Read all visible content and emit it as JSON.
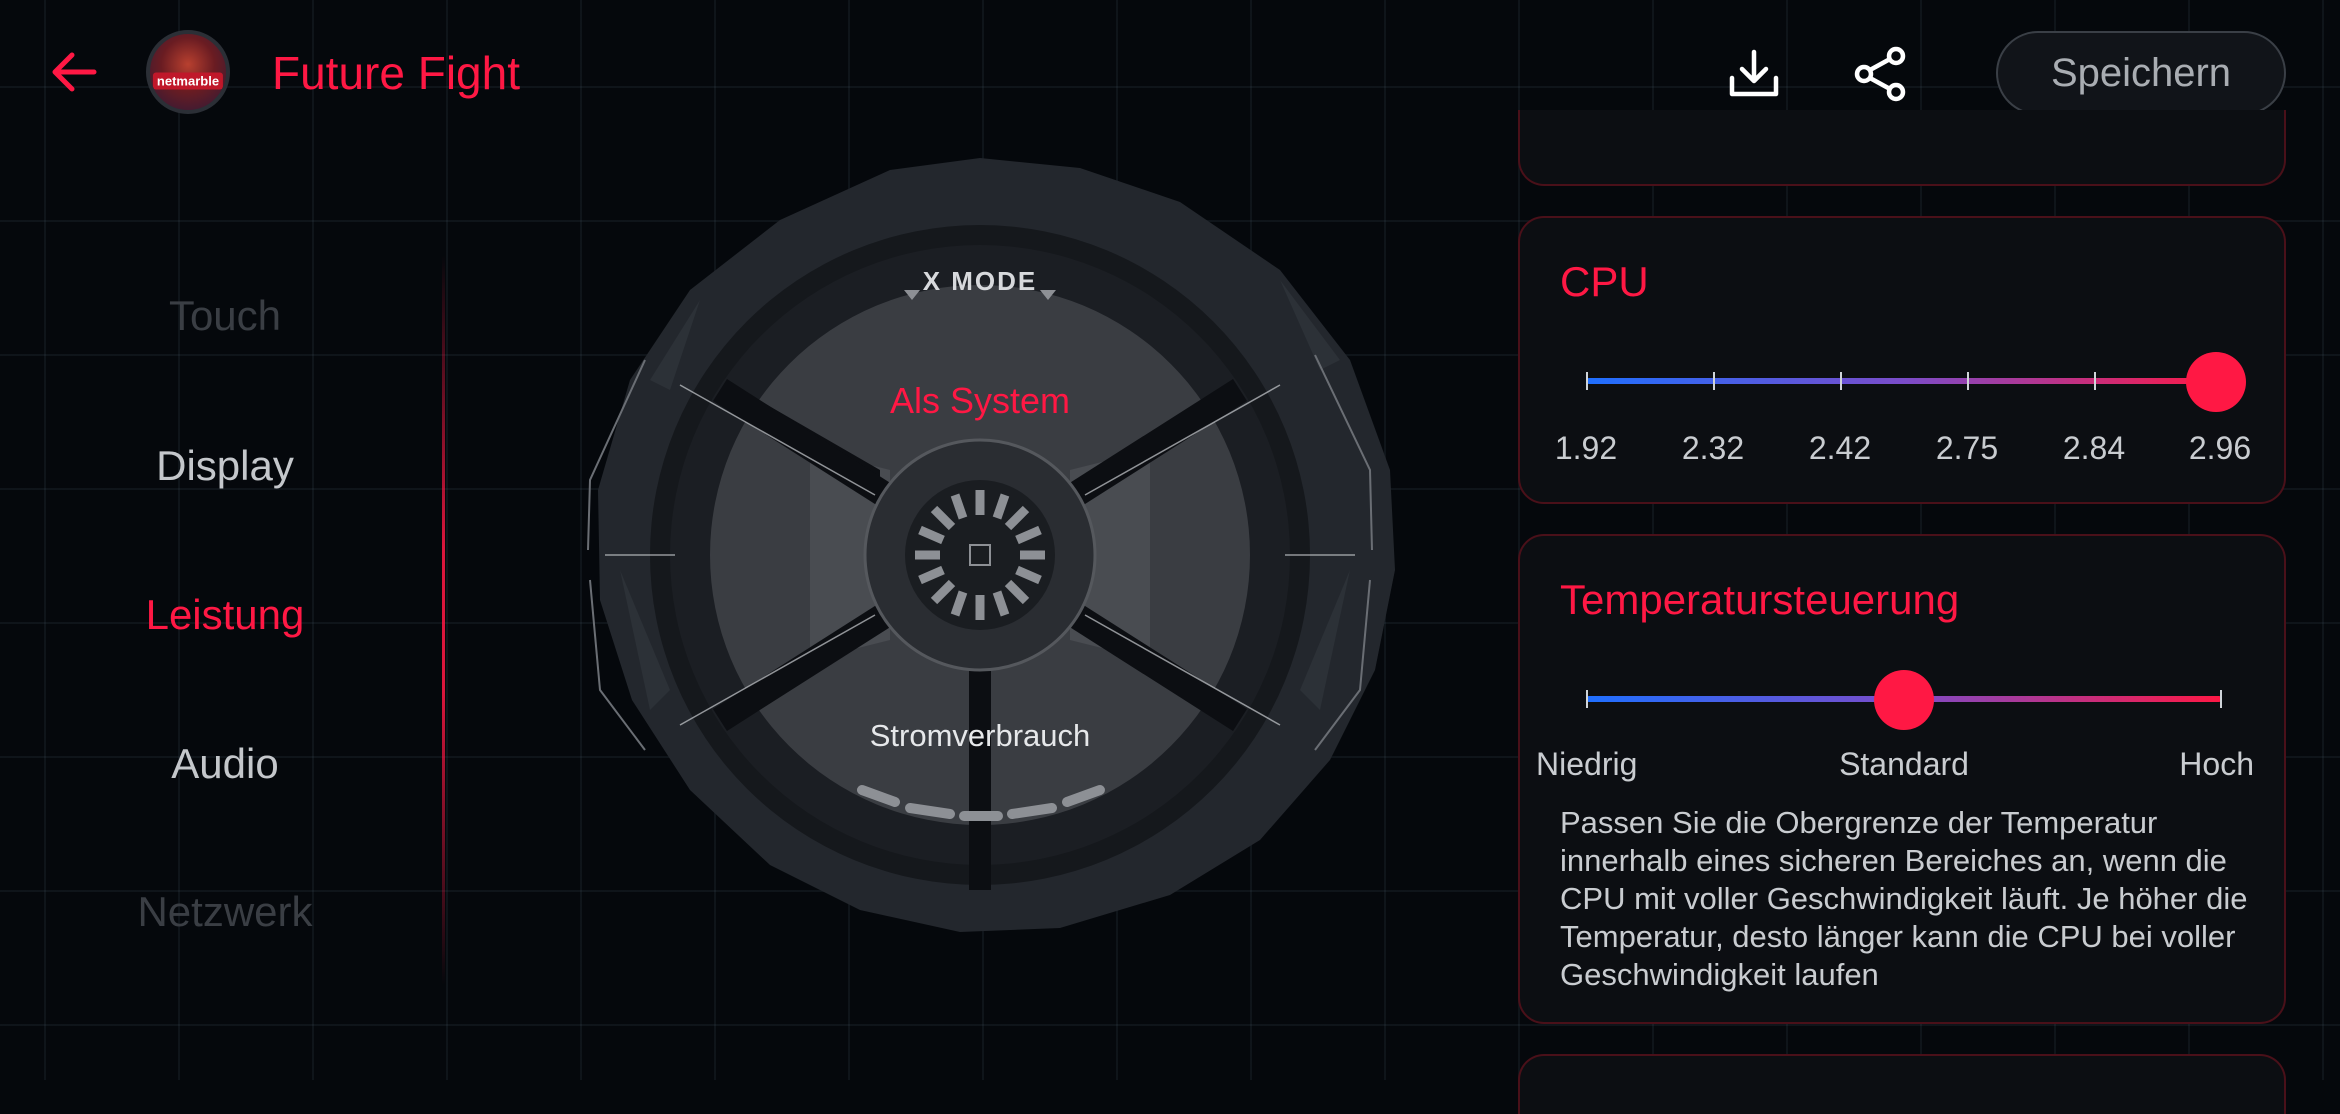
{
  "header": {
    "app_title": "Future Fight",
    "avatar_text": "netmarble",
    "save_label": "Speichern",
    "icons": [
      "back-arrow-icon",
      "download-icon",
      "share-icon"
    ]
  },
  "nav": {
    "items": [
      {
        "label": "Touch",
        "state": "faded"
      },
      {
        "label": "Display",
        "state": "normal"
      },
      {
        "label": "Leistung",
        "state": "active"
      },
      {
        "label": "Audio",
        "state": "normal"
      },
      {
        "label": "Netzwerk",
        "state": "faded"
      }
    ]
  },
  "dial": {
    "mode_badge": "X MODE",
    "top_label": "Als System",
    "bottom_label": "Stromverbrauch"
  },
  "cpu": {
    "title": "CPU",
    "ticks": [
      "1.92",
      "2.32",
      "2.42",
      "2.75",
      "2.84",
      "2.96"
    ],
    "selected_index": 5
  },
  "temperature": {
    "title": "Temperatursteuerung",
    "labels": [
      "Niedrig",
      "Standard",
      "Hoch"
    ],
    "selected_index": 1,
    "description": "Passen Sie die Obergrenze der Temperatur innerhalb eines sicheren Bereiches an, wenn die CPU mit voller Geschwindigkeit läuft. Je höher die Temperatur, desto länger kann die CPU bei voller Geschwindigkeit laufen"
  },
  "colors": {
    "accent": "#ff1844",
    "slider_start": "#1f6fff",
    "text_muted": "#c9ccd0",
    "faded_text": "#3a3e44"
  }
}
